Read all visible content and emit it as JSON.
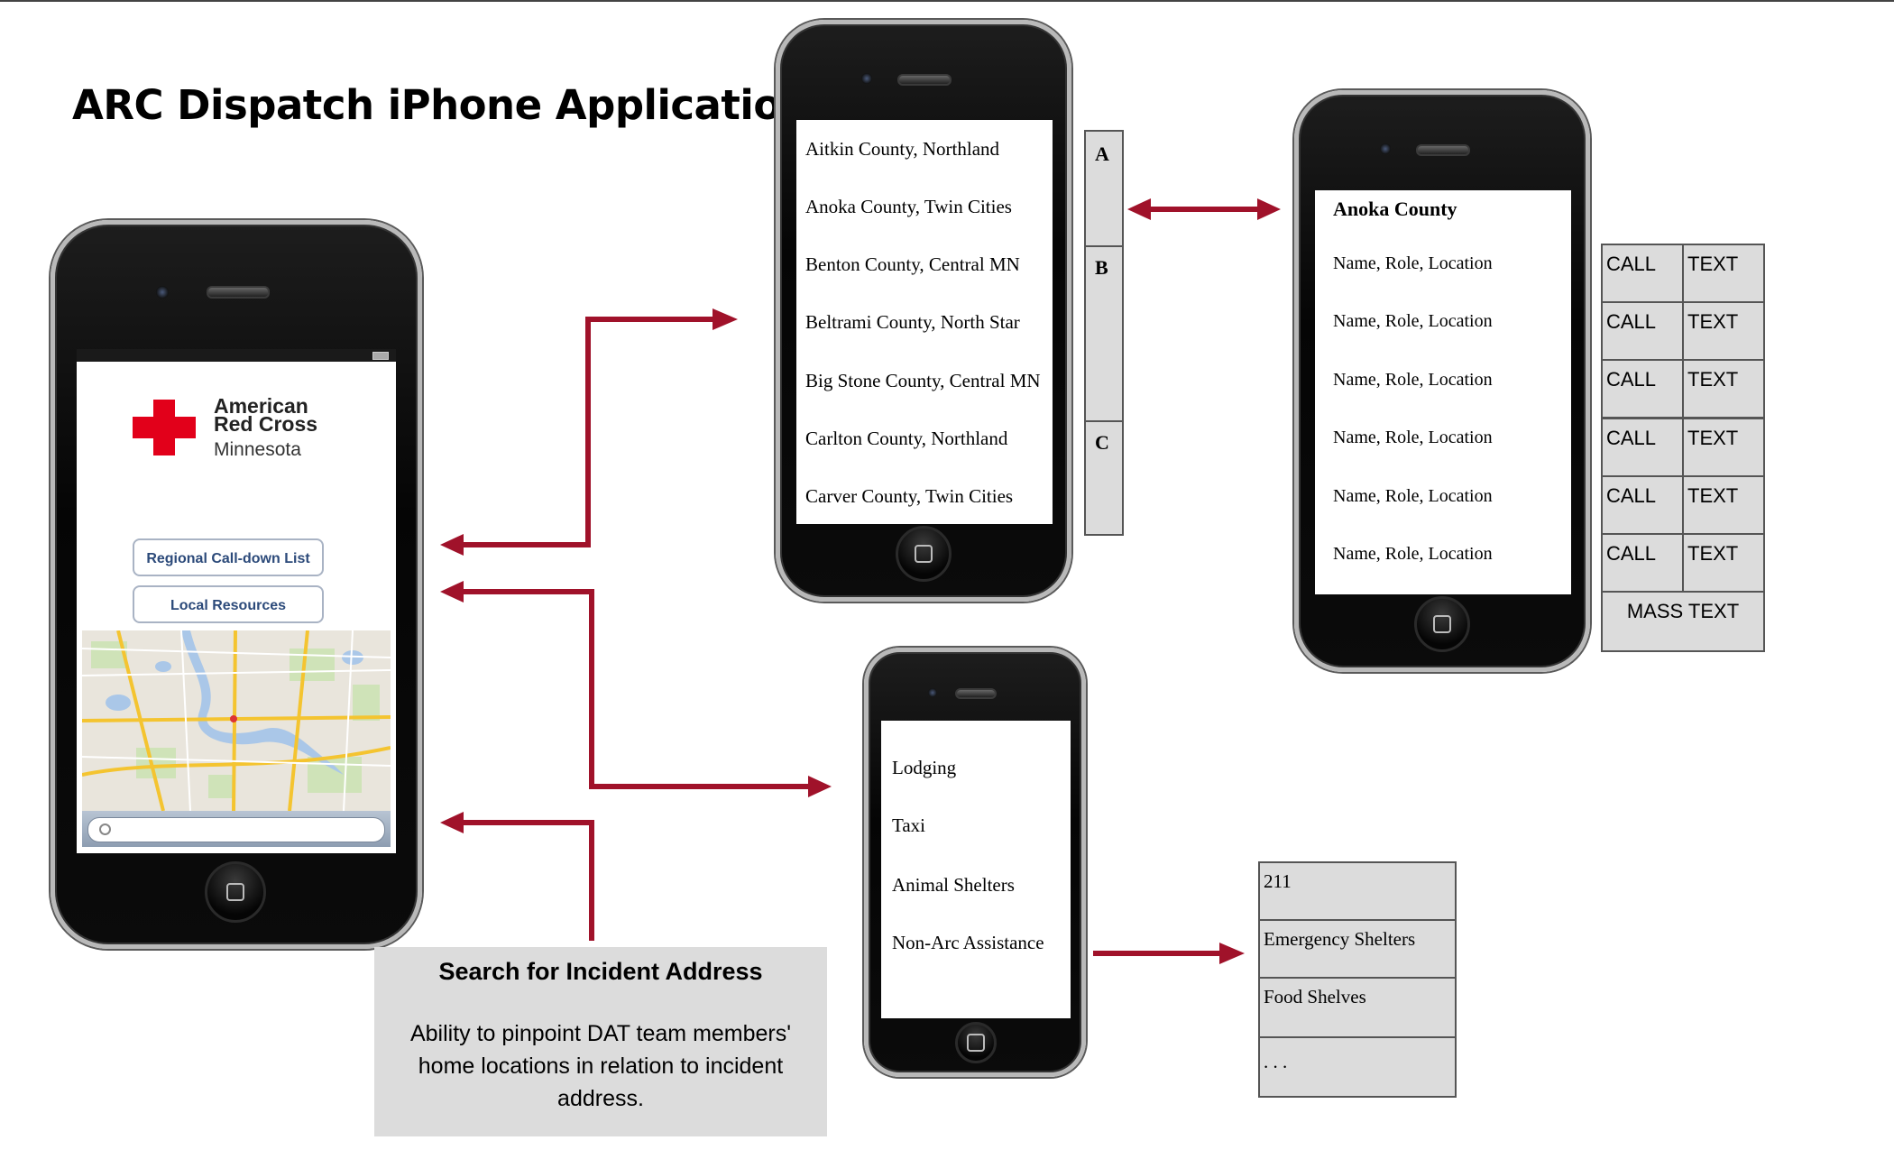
{
  "title": "ARC Dispatch iPhone Application",
  "main_phone": {
    "logo_line1": "American",
    "logo_line2": "Red Cross",
    "logo_line3": "Minnesota",
    "btn_regional": "Regional Call-down List",
    "btn_local": "Local Resources"
  },
  "county_list": [
    "Aitkin County, Northland",
    "Anoka County, Twin Cities",
    "Benton County, Central MN",
    "Beltrami County, North Star",
    "Big Stone County, Central MN",
    "Carlton County, Northland",
    "Carver County, Twin Cities"
  ],
  "alpha_index": [
    "A",
    "B",
    "C"
  ],
  "county_detail": {
    "title": "Anoka County",
    "rows": [
      "Name,  Role,  Location",
      "Name,  Role,  Location",
      "Name,  Role,  Location",
      "Name,  Role,  Location",
      "Name,  Role,  Location",
      "Name,  Role,  Location"
    ]
  },
  "contact_table": {
    "call": "CALL",
    "text": "TEXT",
    "mass": "MASS TEXT"
  },
  "resources_list": [
    "Lodging",
    "Taxi",
    "Animal Shelters",
    "Non-Arc Assistance"
  ],
  "resource_detail": [
    "211",
    "Emergency Shelters",
    "Food Shelves",
    ". . ."
  ],
  "search_box": {
    "title": "Search for Incident Address",
    "body": "Ability to pinpoint DAT team members' home locations in relation to incident address."
  },
  "colors": {
    "arrow": "#a0122a",
    "panel": "#dcdcdc"
  }
}
